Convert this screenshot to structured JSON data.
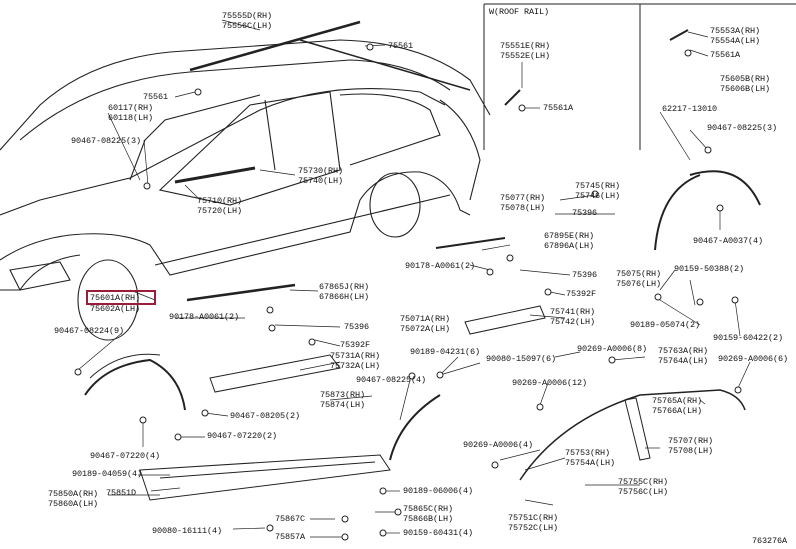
{
  "colors": {
    "line": "#222222",
    "highlight": "#9b1b3a",
    "background": "#ffffff"
  },
  "inset_title": "W(ROOF RAIL)",
  "figure_code": "763276A",
  "highlighted_part": "75601A(RH)",
  "labels": [
    {
      "id": "l1",
      "text": "75555D(RH)"
    },
    {
      "id": "l2",
      "text": "75556C(LH)"
    },
    {
      "id": "l3",
      "text": "75561"
    },
    {
      "id": "l4",
      "text": "75561"
    },
    {
      "id": "l5",
      "text": "60117(RH)"
    },
    {
      "id": "l6",
      "text": "60118(LH)"
    },
    {
      "id": "l7",
      "text": "90467-08225(3)"
    },
    {
      "id": "l8",
      "text": "75730(RH)"
    },
    {
      "id": "l9",
      "text": "75740(LH)"
    },
    {
      "id": "l10",
      "text": "75710(RH)"
    },
    {
      "id": "l11",
      "text": "75720(LH)"
    },
    {
      "id": "l12",
      "text": "75601A(RH)"
    },
    {
      "id": "l13",
      "text": "75602A(LH)"
    },
    {
      "id": "l14",
      "text": "90467-08224(9)"
    },
    {
      "id": "l15",
      "text": "67865J(RH)"
    },
    {
      "id": "l16",
      "text": "67866H(LH)"
    },
    {
      "id": "l17",
      "text": "90178-A0061(2)"
    },
    {
      "id": "l18",
      "text": "75071A(RH)"
    },
    {
      "id": "l19",
      "text": "75072A(LH)"
    },
    {
      "id": "l20",
      "text": "75396"
    },
    {
      "id": "l21",
      "text": "75392F"
    },
    {
      "id": "l22",
      "text": "75731A(RH)"
    },
    {
      "id": "l23",
      "text": "75732A(LH)"
    },
    {
      "id": "l24",
      "text": "90467-08225(4)"
    },
    {
      "id": "l25",
      "text": "75873(RH)"
    },
    {
      "id": "l26",
      "text": "75874(LH)"
    },
    {
      "id": "l27",
      "text": "90467-08205(2)"
    },
    {
      "id": "l28",
      "text": "90467-07220(2)"
    },
    {
      "id": "l29",
      "text": "90467-07220(4)"
    },
    {
      "id": "l30",
      "text": "90189-04059(4)"
    },
    {
      "id": "l31",
      "text": "75850A(RH)"
    },
    {
      "id": "l32",
      "text": "75860A(LH)"
    },
    {
      "id": "l33",
      "text": "75851D"
    },
    {
      "id": "l34",
      "text": "90080-16111(4)"
    },
    {
      "id": "l35",
      "text": "75867C"
    },
    {
      "id": "l36",
      "text": "75857A"
    },
    {
      "id": "l37",
      "text": "90189-06006(4)"
    },
    {
      "id": "l38",
      "text": "75865C(RH)"
    },
    {
      "id": "l39",
      "text": "75866B(LH)"
    },
    {
      "id": "l40",
      "text": "90159-60431(4)"
    },
    {
      "id": "l41",
      "text": "75551E(RH)"
    },
    {
      "id": "l42",
      "text": "75552E(LH)"
    },
    {
      "id": "l43",
      "text": "75561A"
    },
    {
      "id": "l44",
      "text": "75553A(RH)"
    },
    {
      "id": "l45",
      "text": "75554A(LH)"
    },
    {
      "id": "l46",
      "text": "75561A"
    },
    {
      "id": "l47",
      "text": "75605B(RH)"
    },
    {
      "id": "l48",
      "text": "75606B(LH)"
    },
    {
      "id": "l49",
      "text": "62217-13010"
    },
    {
      "id": "l50",
      "text": "90467-08225(3)"
    },
    {
      "id": "l51",
      "text": "75077(RH)"
    },
    {
      "id": "l52",
      "text": "75078(LH)"
    },
    {
      "id": "l53",
      "text": "75745(RH)"
    },
    {
      "id": "l54",
      "text": "75746(LH)"
    },
    {
      "id": "l55",
      "text": "75396"
    },
    {
      "id": "l56",
      "text": "67895E(RH)"
    },
    {
      "id": "l57",
      "text": "67896A(LH)"
    },
    {
      "id": "l58",
      "text": "90178-A0061(2)"
    },
    {
      "id": "l59",
      "text": "75396"
    },
    {
      "id": "l60",
      "text": "75075(RH)"
    },
    {
      "id": "l61",
      "text": "75076(LH)"
    },
    {
      "id": "l62",
      "text": "75392F"
    },
    {
      "id": "l63",
      "text": "75741(RH)"
    },
    {
      "id": "l64",
      "text": "75742(LH)"
    },
    {
      "id": "l65",
      "text": "90467-A0037(4)"
    },
    {
      "id": "l66",
      "text": "90159-50388(2)"
    },
    {
      "id": "l67",
      "text": "90189-05074(2)"
    },
    {
      "id": "l68",
      "text": "90159-60422(2)"
    },
    {
      "id": "l69",
      "text": "90189-04231(6)"
    },
    {
      "id": "l70",
      "text": "90080-15097(6)"
    },
    {
      "id": "l71",
      "text": "90269-A0006(8)"
    },
    {
      "id": "l72",
      "text": "75763A(RH)"
    },
    {
      "id": "l73",
      "text": "75764A(LH)"
    },
    {
      "id": "l74",
      "text": "90269-A0006(6)"
    },
    {
      "id": "l75",
      "text": "90269-A0006(12)"
    },
    {
      "id": "l76",
      "text": "75765A(RH)"
    },
    {
      "id": "l77",
      "text": "75766A(LH)"
    },
    {
      "id": "l78",
      "text": "75707(RH)"
    },
    {
      "id": "l79",
      "text": "75708(LH)"
    },
    {
      "id": "l80",
      "text": "90269-A0006(4)"
    },
    {
      "id": "l81",
      "text": "75753(RH)"
    },
    {
      "id": "l82",
      "text": "75754A(LH)"
    },
    {
      "id": "l83",
      "text": "75755C(RH)"
    },
    {
      "id": "l84",
      "text": "75756C(LH)"
    },
    {
      "id": "l85",
      "text": "75751C(RH)"
    },
    {
      "id": "l86",
      "text": "75752C(LH)"
    }
  ]
}
